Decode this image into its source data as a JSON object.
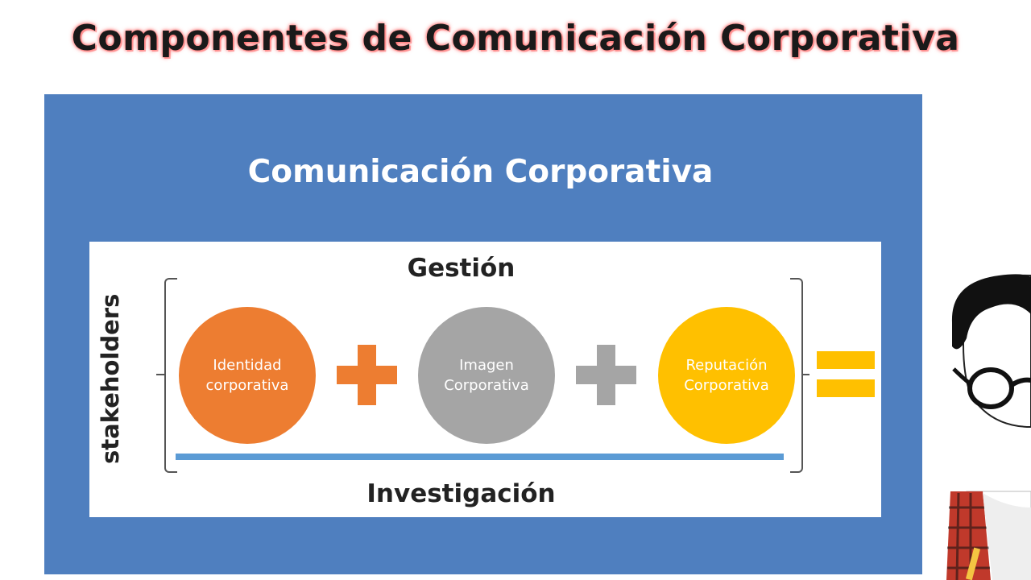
{
  "page": {
    "title": "Componentes de Comunicación Corporativa"
  },
  "panel": {
    "title": "Comunicación Corporativa",
    "background": "#4f7fbf"
  },
  "diagram": {
    "top_label": "Gestión",
    "bottom_label": "Investigación",
    "side_label": "stakeholders",
    "circles": [
      {
        "line1": "Identidad",
        "line2": "corporativa",
        "color": "#ed7d31"
      },
      {
        "line1": "Imagen",
        "line2": "Corporativa",
        "color": "#a5a5a5"
      },
      {
        "line1": "Reputación",
        "line2": "Corporativa",
        "color": "#ffc000"
      }
    ],
    "operators": [
      {
        "symbol": "plus",
        "color": "#ed7d31"
      },
      {
        "symbol": "plus",
        "color": "#a5a5a5"
      },
      {
        "symbol": "equals",
        "color": "#ffc000"
      }
    ],
    "base_line_color": "#5b9bd5"
  },
  "decoration": {
    "character_icon": "cartoon-man-glasses-icon"
  }
}
